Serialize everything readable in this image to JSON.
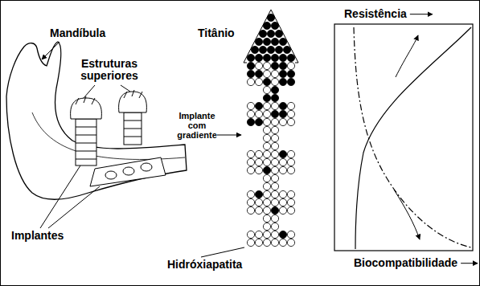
{
  "diagram": {
    "labels": [
      "Mandíbula",
      "Titânio",
      "Resistência",
      "Estruturas superiores",
      "Implante com gradiente",
      "Implantes",
      "Hidróxiapatita",
      "Biocompatibilidade"
    ]
  }
}
